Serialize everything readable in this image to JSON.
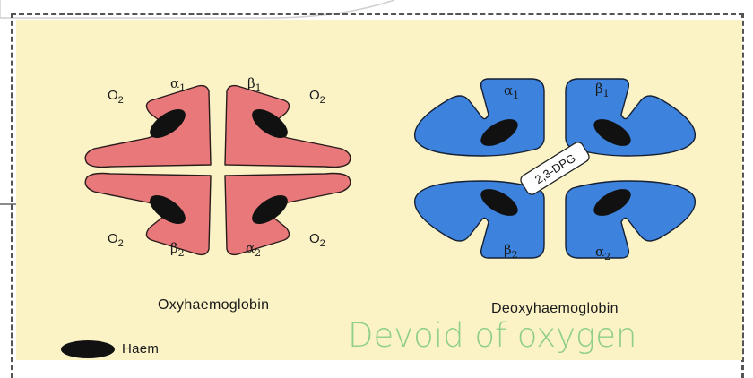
{
  "diagram": {
    "oxy": {
      "caption": "Oxyhaemoglobin",
      "color": "#e8787a",
      "subunits": [
        {
          "greek": "α",
          "sub": "1"
        },
        {
          "greek": "β",
          "sub": "1"
        },
        {
          "greek": "β",
          "sub": "2"
        },
        {
          "greek": "α",
          "sub": "2"
        }
      ],
      "o2_labels": [
        {
          "base": "O",
          "sub": "2"
        },
        {
          "base": "O",
          "sub": "2"
        },
        {
          "base": "O",
          "sub": "2"
        },
        {
          "base": "O",
          "sub": "2"
        }
      ]
    },
    "deoxy": {
      "caption": "Deoxyhaemoglobin",
      "color": "#3d82dc",
      "dpg_label": "2,3-DPG",
      "subunits": [
        {
          "greek": "α",
          "sub": "1"
        },
        {
          "greek": "β",
          "sub": "1"
        },
        {
          "greek": "β",
          "sub": "2"
        },
        {
          "greek": "α",
          "sub": "2"
        }
      ]
    },
    "legend": {
      "label": "Haem"
    },
    "background_color": "#fbf3c6"
  },
  "overlay_text": "Devoid of oxygen"
}
